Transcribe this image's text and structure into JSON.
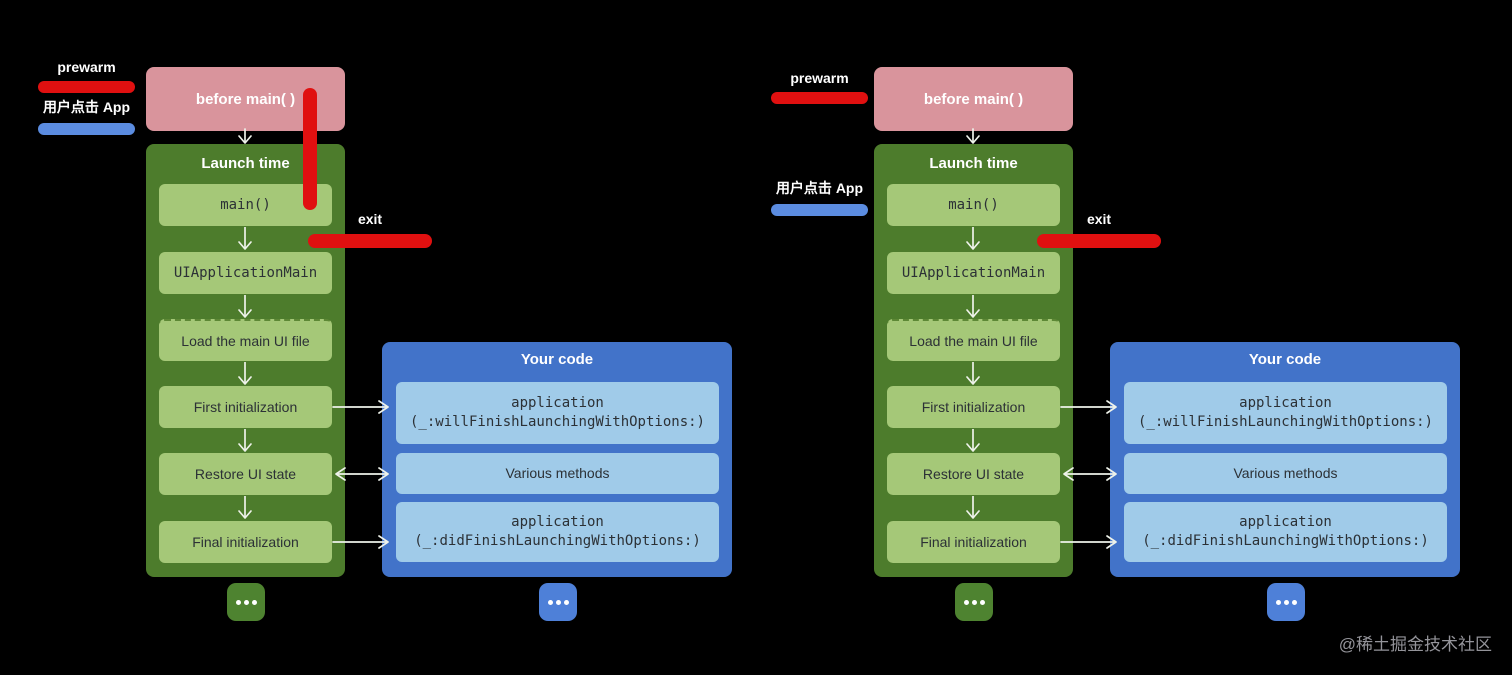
{
  "colors": {
    "background": "#000000",
    "timeline_red": "#e01010",
    "timeline_blue": "#5b8ce0",
    "before_main_pink": "#d9949c",
    "launch_container_green": "#4d7c2c",
    "launch_step_green": "#a5c878",
    "your_code_blue": "#4273c9",
    "code_item_blue": "#a0cbe9",
    "ellipsis_green": "#4e8330",
    "ellipsis_blue": "#4e80d8",
    "arrow_white": "#eef2ea",
    "dark_text": "#2c3136"
  },
  "watermark": "@稀土掘金技术社区",
  "diagrams": [
    {
      "prewarm_label": "prewarm",
      "user_tap_label": "用户点击 App",
      "exit_label": "exit",
      "before_main": "before main( )",
      "launch_title": "Launch time",
      "steps": [
        "main()",
        "UIApplicationMain",
        "Load the main UI file",
        "First initialization",
        "Restore UI state",
        "Final initialization"
      ],
      "your_code_title": "Your code",
      "code_items": [
        {
          "lines": [
            "application",
            "(_:willFinishLaunchingWithOptions:)"
          ]
        },
        {
          "lines": [
            "Various methods"
          ]
        },
        {
          "lines": [
            "application",
            "(_:didFinishLaunchingWithOptions:)"
          ]
        }
      ]
    },
    {
      "prewarm_label": "prewarm",
      "user_tap_label": "用户点击 App",
      "exit_label": "exit",
      "before_main": "before main( )",
      "launch_title": "Launch time",
      "steps": [
        "main()",
        "UIApplicationMain",
        "Load the main UI file",
        "First initialization",
        "Restore UI state",
        "Final initialization"
      ],
      "your_code_title": "Your code",
      "code_items": [
        {
          "lines": [
            "application",
            "(_:willFinishLaunchingWithOptions:)"
          ]
        },
        {
          "lines": [
            "Various methods"
          ]
        },
        {
          "lines": [
            "application",
            "(_:didFinishLaunchingWithOptions:)"
          ]
        }
      ]
    }
  ]
}
